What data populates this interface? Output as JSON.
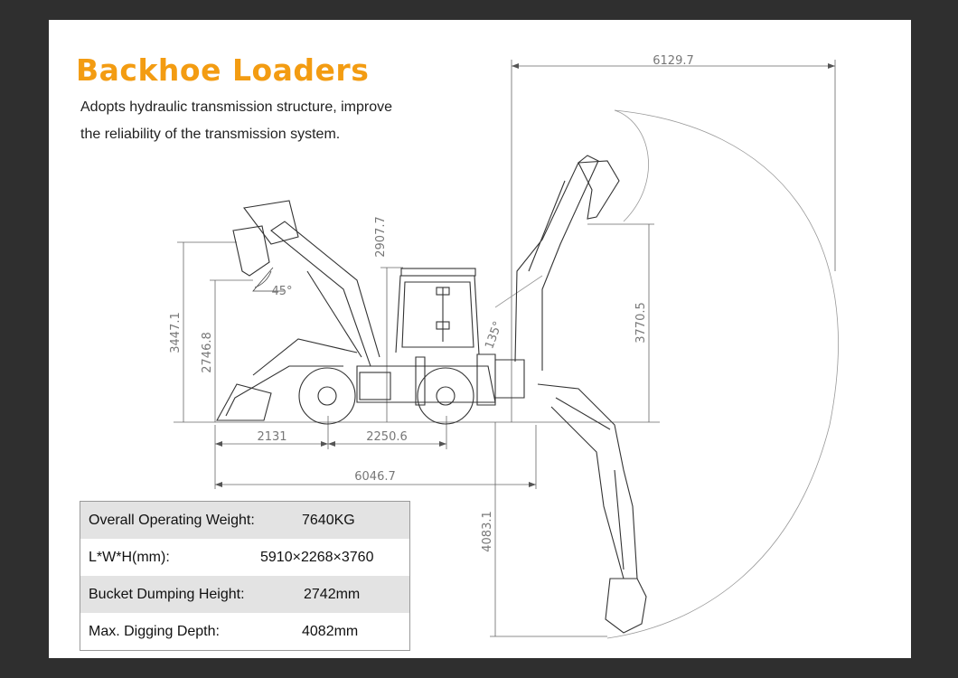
{
  "title": "Backhoe Loaders",
  "description": [
    "Adopts hydraulic transmission structure, improve",
    "the reliability of the transmission system."
  ],
  "dimensions": {
    "overall_length_top": "6129.7",
    "cab_height": "2907.7",
    "dump_angle": "45°",
    "loader_max_height": "3447.1",
    "loader_dump_height": "2746.8",
    "front_overhang": "2131",
    "wheelbase": "2250.6",
    "overall_length_bottom": "6046.7",
    "backhoe_reach_height": "3770.5",
    "backhoe_digging_depth": "4083.1",
    "slew_angle": "135°"
  },
  "specs": [
    {
      "label": "Overall Operating Weight:",
      "value": "7640KG"
    },
    {
      "label": "L*W*H(mm):",
      "value": "5910×2268×3760"
    },
    {
      "label": "Bucket Dumping Height:",
      "value": "2742mm"
    },
    {
      "label": "Max. Digging Depth:",
      "value": "4082mm"
    }
  ],
  "colors": {
    "title": "#f39c12",
    "frame": "#2f2f2f",
    "sheet": "#ffffff",
    "spec_row_shade": "#e3e3e3"
  }
}
